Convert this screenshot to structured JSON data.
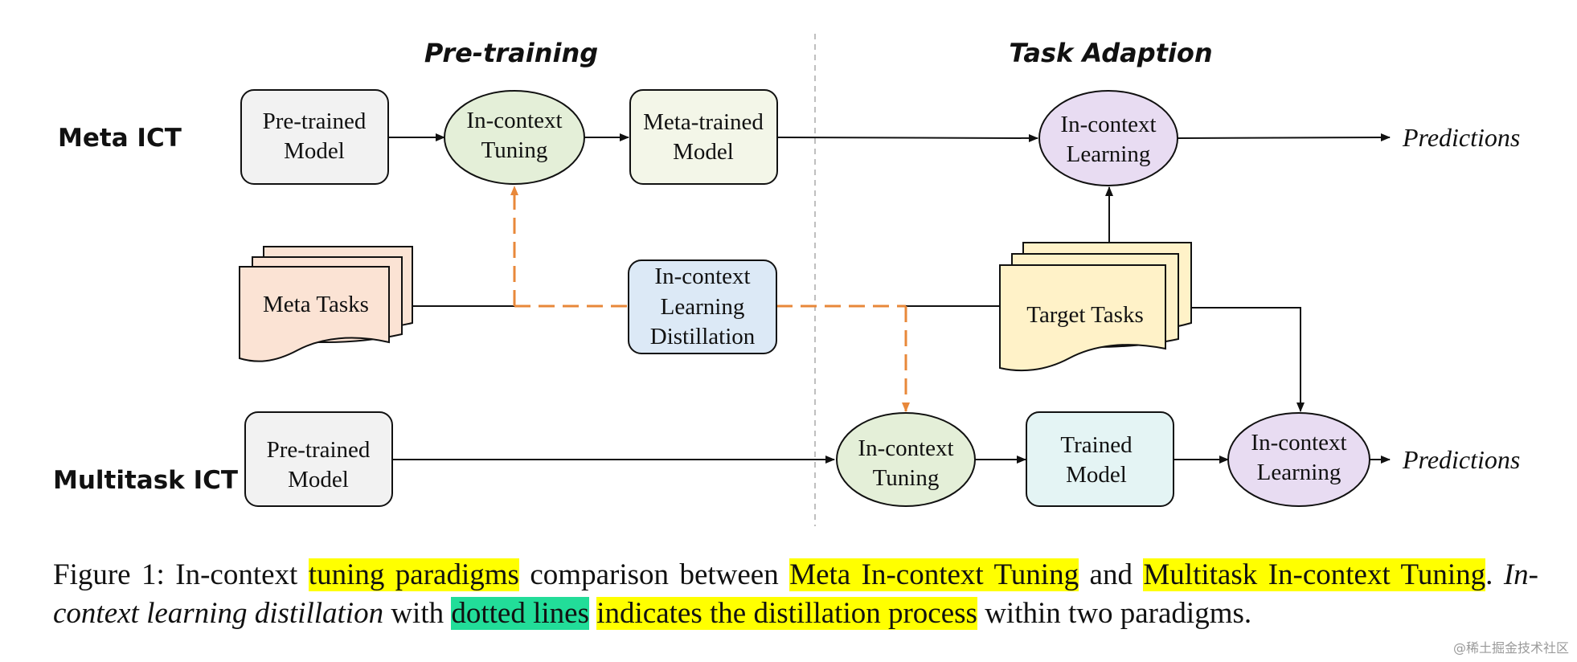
{
  "headers": {
    "pretraining": "Pre-training",
    "task_adaption": "Task Adaption"
  },
  "rows": {
    "meta": "Meta ICT",
    "multitask": "Multitask ICT"
  },
  "nodes": {
    "meta_pretrained": [
      "Pre-trained",
      "Model"
    ],
    "meta_tuning": [
      "In-context",
      "Tuning"
    ],
    "meta_trained": [
      "Meta-trained",
      "Model"
    ],
    "meta_learning": [
      "In-context",
      "Learning"
    ],
    "meta_tasks": [
      "Meta Tasks"
    ],
    "distillation": [
      "In-context",
      "Learning",
      "Distillation"
    ],
    "target_tasks": [
      "Target Tasks"
    ],
    "multi_pretrained": [
      "Pre-trained",
      "Model"
    ],
    "multi_tuning": [
      "In-context",
      "Tuning"
    ],
    "multi_trained": [
      "Trained",
      "Model"
    ],
    "multi_learning": [
      "In-context",
      "Learning"
    ]
  },
  "predictions": {
    "meta": "Predictions",
    "multi": "Predictions"
  },
  "caption": {
    "p1": "Figure 1:  In-context ",
    "h1": "tuning paradigms",
    "p2": " comparison between ",
    "h2": "Meta In-context Tuning",
    "p3": " and ",
    "h3": "Multitask In-context Tuning",
    "p4": ". ",
    "i1": "In-context learning distillation",
    "p5": " with ",
    "h4": "dotted lines",
    "p6": " ",
    "h5": "indicates the distillation process",
    "p7": " within two paradigms."
  },
  "watermark": "@稀土掘金技术社区",
  "colors": {
    "pretrained_fill": "#f2f2f2",
    "tuning_fill": "#e4efd8",
    "meta_trained_fill": "#f3f6e8",
    "learning_fill": "#e8dcf2",
    "meta_tasks_fill": "#fbe3d4",
    "distill_fill": "#dce9f6",
    "target_tasks_fill": "#fff2c8",
    "trained_fill": "#e4f4f4",
    "distill_line": "#e8883a",
    "highlight_yellow": "#ffff00",
    "highlight_green": "#22dd99"
  }
}
